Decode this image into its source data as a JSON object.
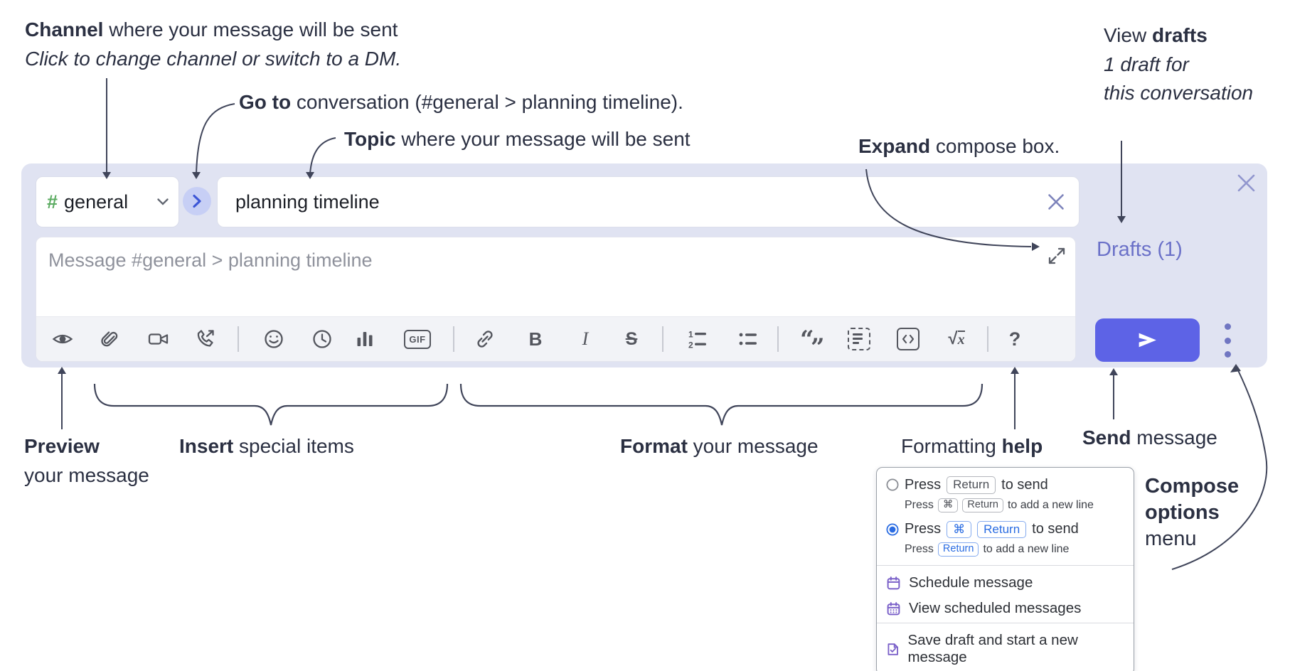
{
  "annotations": {
    "channel": {
      "bold": "Channel",
      "rest": " where your message will be sent",
      "line2": "Click to change channel or switch to a DM."
    },
    "goto": {
      "bold": "Go to",
      "rest": " conversation (#general > planning timeline)."
    },
    "topic": {
      "bold": "Topic",
      "rest": " where your message will be sent"
    },
    "view_drafts": {
      "pre": "View ",
      "bold": "drafts",
      "line2": "1 draft for",
      "line3": "this conversation"
    },
    "expand": {
      "bold": "Expand",
      "rest": " compose box."
    },
    "preview": {
      "bold": "Preview",
      "line2": "your message"
    },
    "insert": {
      "bold": "Insert",
      "rest": " special items"
    },
    "format": {
      "bold": "Format",
      "rest": " your message"
    },
    "formatting_help": {
      "pre": "Formatting ",
      "bold": "help"
    },
    "send": {
      "bold": "Send",
      "rest": " message"
    },
    "compose_options": {
      "line1": "Compose",
      "line2": "options",
      "line3": "menu"
    }
  },
  "composer": {
    "channel": {
      "hash": "#",
      "name": "general"
    },
    "topic_value": "planning timeline",
    "message_placeholder": "Message #general > planning timeline",
    "drafts_link": "Drafts (1)"
  },
  "toolbar": {
    "gif": "GIF",
    "bold": "B",
    "italic": "I",
    "strike": "S",
    "help": "?",
    "ol1": "1",
    "ol2": "2",
    "quote_open": "“",
    "quote_close": "”",
    "sqrt_sign": "√",
    "sqrt_var": "x",
    "icons": [
      "preview-eye",
      "attach-paperclip",
      "video-clip",
      "audio-clip",
      "emoji",
      "recent-clock",
      "poll-bars",
      "gif",
      "link",
      "bold",
      "italic",
      "strikethrough",
      "ordered-list",
      "bullet-list",
      "blockquote",
      "text-snippet",
      "code",
      "formula",
      "formatting-help"
    ]
  },
  "popup": {
    "option1": {
      "press": "Press",
      "key": "Return",
      "suffix": "to send",
      "sub_press": "Press",
      "sub_key1": "⌘",
      "sub_key2": "Return",
      "sub_suffix": "to add a new line"
    },
    "option2": {
      "press": "Press",
      "key1": "⌘",
      "key2": "Return",
      "suffix": "to send",
      "sub_press": "Press",
      "sub_key": "Return",
      "sub_suffix": "to add a new line"
    },
    "items": [
      {
        "label": "Schedule message"
      },
      {
        "label": "View scheduled messages"
      },
      {
        "label": "Save draft and start a new message"
      }
    ]
  },
  "colors": {
    "composer_bg": "#e0e3f2",
    "send_button": "#5d63e6",
    "drafts_link": "#6b71c8",
    "radio_selected": "#2a6ce2",
    "menu_icon_violet": "#7b61c9",
    "channel_hash_green": "#5bab61",
    "toolbar_icon": "#54565e",
    "annotation_text": "#2b3042"
  }
}
